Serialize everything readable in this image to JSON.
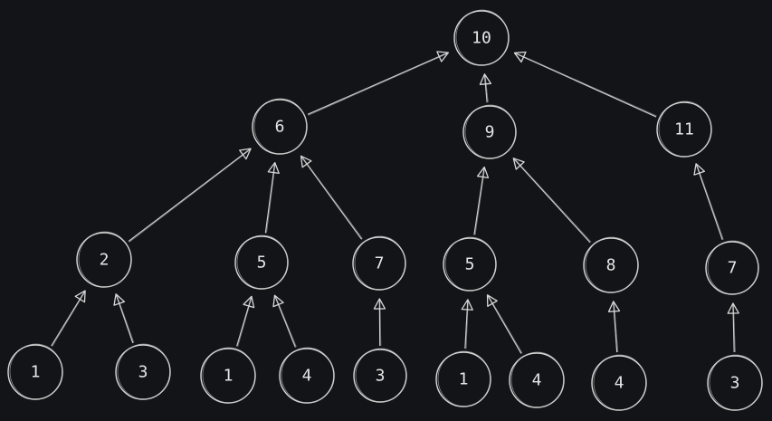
{
  "diagram": {
    "nodes": [
      {
        "id": "n10",
        "label": "10"
      },
      {
        "id": "n6",
        "label": "6"
      },
      {
        "id": "n9",
        "label": "9"
      },
      {
        "id": "n11",
        "label": "11"
      },
      {
        "id": "n2",
        "label": "2"
      },
      {
        "id": "n5a",
        "label": "5"
      },
      {
        "id": "n7a",
        "label": "7"
      },
      {
        "id": "n5b",
        "label": "5"
      },
      {
        "id": "n8",
        "label": "8"
      },
      {
        "id": "n7b",
        "label": "7"
      },
      {
        "id": "n1a",
        "label": "1"
      },
      {
        "id": "n3a",
        "label": "3"
      },
      {
        "id": "n1b",
        "label": "1"
      },
      {
        "id": "n4a",
        "label": "4"
      },
      {
        "id": "n3b",
        "label": "3"
      },
      {
        "id": "n1c",
        "label": "1"
      },
      {
        "id": "n4b",
        "label": "4"
      },
      {
        "id": "n4c",
        "label": "4"
      },
      {
        "id": "n3c",
        "label": "3"
      }
    ],
    "edges": [
      {
        "from": "n6",
        "to": "n10"
      },
      {
        "from": "n9",
        "to": "n10"
      },
      {
        "from": "n11",
        "to": "n10"
      },
      {
        "from": "n2",
        "to": "n6"
      },
      {
        "from": "n5a",
        "to": "n6"
      },
      {
        "from": "n7a",
        "to": "n6"
      },
      {
        "from": "n5b",
        "to": "n9"
      },
      {
        "from": "n8",
        "to": "n9"
      },
      {
        "from": "n7b",
        "to": "n11"
      },
      {
        "from": "n1a",
        "to": "n2"
      },
      {
        "from": "n3a",
        "to": "n2"
      },
      {
        "from": "n1b",
        "to": "n5a"
      },
      {
        "from": "n4a",
        "to": "n5a"
      },
      {
        "from": "n3b",
        "to": "n7a"
      },
      {
        "from": "n1c",
        "to": "n5b"
      },
      {
        "from": "n4b",
        "to": "n5b"
      },
      {
        "from": "n4c",
        "to": "n8"
      },
      {
        "from": "n3c",
        "to": "n7b"
      }
    ]
  }
}
